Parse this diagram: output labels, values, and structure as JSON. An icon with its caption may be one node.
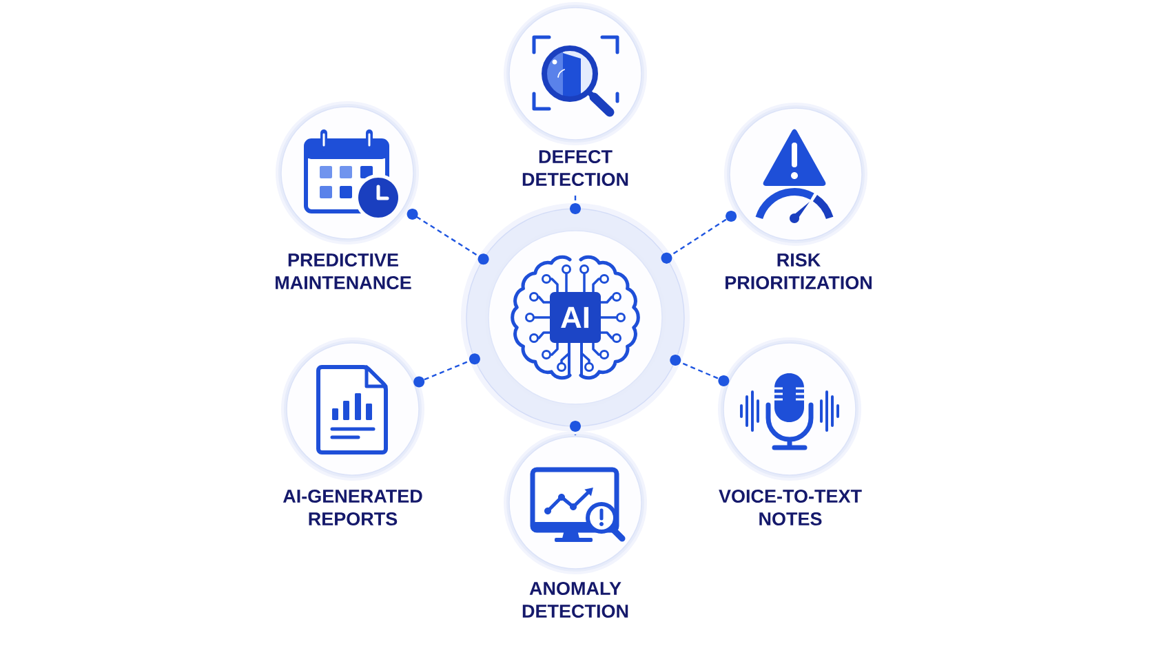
{
  "diagram": {
    "nodes": [
      {
        "text": [
          "DEFECT DETECTION"
        ]
      },
      {
        "text": [
          "PREDICTIVE MAINTENANCE"
        ]
      },
      {
        "text": [
          "RISK PRIORITIZATION"
        ]
      },
      {
        "text": [
          "AI"
        ]
      },
      {
        "text": [
          "AI-GENERATED REPORTS"
        ]
      },
      {
        "text": [
          "VOICE-TO-TEXT NOTES"
        ]
      },
      {
        "text": [
          "ANOMALY DETECTION"
        ]
      }
    ],
    "edges": [
      {
        "from": 3,
        "to": 0,
        "arrow": "other",
        "style": "dashed"
      },
      {
        "from": 3,
        "to": 1,
        "arrow": "other",
        "style": "dashed"
      },
      {
        "from": 3,
        "to": 2,
        "arrow": "other",
        "style": "dashed"
      },
      {
        "from": 3,
        "to": 4,
        "arrow": "other",
        "style": "dashed"
      },
      {
        "from": 3,
        "to": 5,
        "arrow": "other",
        "style": "dashed"
      },
      {
        "from": 3,
        "to": 6,
        "arrow": "other",
        "style": "dashed"
      }
    ]
  }
}
